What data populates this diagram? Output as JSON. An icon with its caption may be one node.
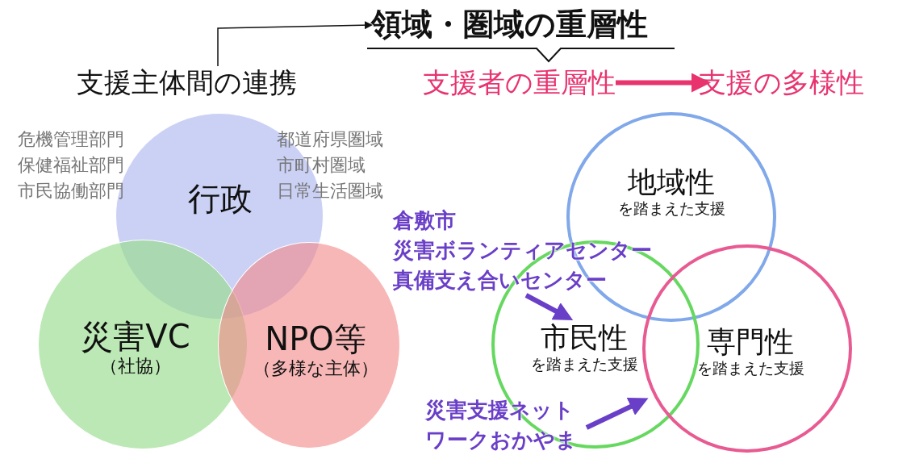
{
  "diagram": {
    "nodes": [
      {
        "text": [
          "支援主体間の連携"
        ]
      },
      {
        "text": [
          "領域・圏域の重層性"
        ]
      },
      {
        "text": [
          "支援者の重層性"
        ]
      },
      {
        "text": [
          "支援の多様性"
        ]
      },
      {
        "text": [
          "行政"
        ]
      },
      {
        "text": [
          "災害VC",
          "（社協）"
        ]
      },
      {
        "text": [
          "NPO等",
          "（多様な主体）"
        ]
      },
      {
        "text": [
          "地域性",
          "を踏まえた支援"
        ]
      },
      {
        "text": [
          "市民性",
          "を踏まえた支援"
        ]
      },
      {
        "text": [
          "専門性",
          "を踏まえた支援"
        ]
      },
      {
        "text": [
          "倉敷市",
          "災害ボランティアセンター",
          "真備支え合いセンター"
        ]
      },
      {
        "text": [
          "災害支援ネットワークおかやま"
        ]
      }
    ],
    "edges": [
      {
        "from": 0,
        "to": 1,
        "arrow": "to",
        "color": "#111111"
      },
      {
        "from": 2,
        "to": 3,
        "arrow": "to",
        "color": "#e8336f"
      },
      {
        "from": 10,
        "to": 8,
        "arrow": "to",
        "color": "#6a3fc8"
      },
      {
        "from": 11,
        "to": 8,
        "arrow": "to",
        "color": "#6a3fc8"
      }
    ],
    "labels": [
      "危機管理部門",
      "保健福祉部門",
      "市民協働部門",
      "都道府県圏域",
      "市町村圏域",
      "日常生活圏域"
    ]
  }
}
